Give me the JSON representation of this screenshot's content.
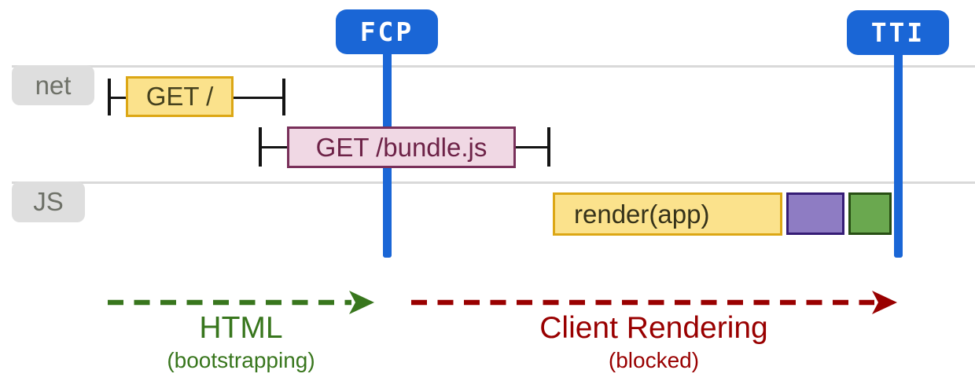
{
  "diagram": {
    "markers": {
      "fcp": {
        "label": "FCP"
      },
      "tti": {
        "label": "TTI"
      }
    },
    "tracks": {
      "net": {
        "label": "net"
      },
      "js": {
        "label": "JS"
      }
    },
    "network_requests": {
      "root": {
        "label": "GET /"
      },
      "bundle": {
        "label": "GET /bundle.js"
      }
    },
    "js_tasks": {
      "render": {
        "label": "render(app)"
      },
      "purple_task": {
        "label": ""
      },
      "green_task": {
        "label": ""
      }
    },
    "phases": {
      "html": {
        "title": "HTML",
        "subtitle": "(bootstrapping)"
      },
      "client_rendering": {
        "title": "Client Rendering",
        "subtitle": "(blocked)"
      }
    },
    "palette": {
      "marker_blue": "#1a66d6",
      "track_line_gray": "#d9d9d9",
      "track_label_bg": "#dedede",
      "track_label_text": "#6e7168",
      "request_yellow_fill": "#fbe28c",
      "request_yellow_border": "#dca715",
      "bundle_pink_fill": "#f0d8e4",
      "bundle_pink_border": "#79305a",
      "purple_task_fill": "#8e7cc3",
      "purple_task_border": "#351c75",
      "green_task_fill": "#6aa84f",
      "green_task_border": "#274e13",
      "whisker_black": "#141414",
      "phase_html_green": "#38761d",
      "phase_blocked_red": "#990000"
    }
  }
}
